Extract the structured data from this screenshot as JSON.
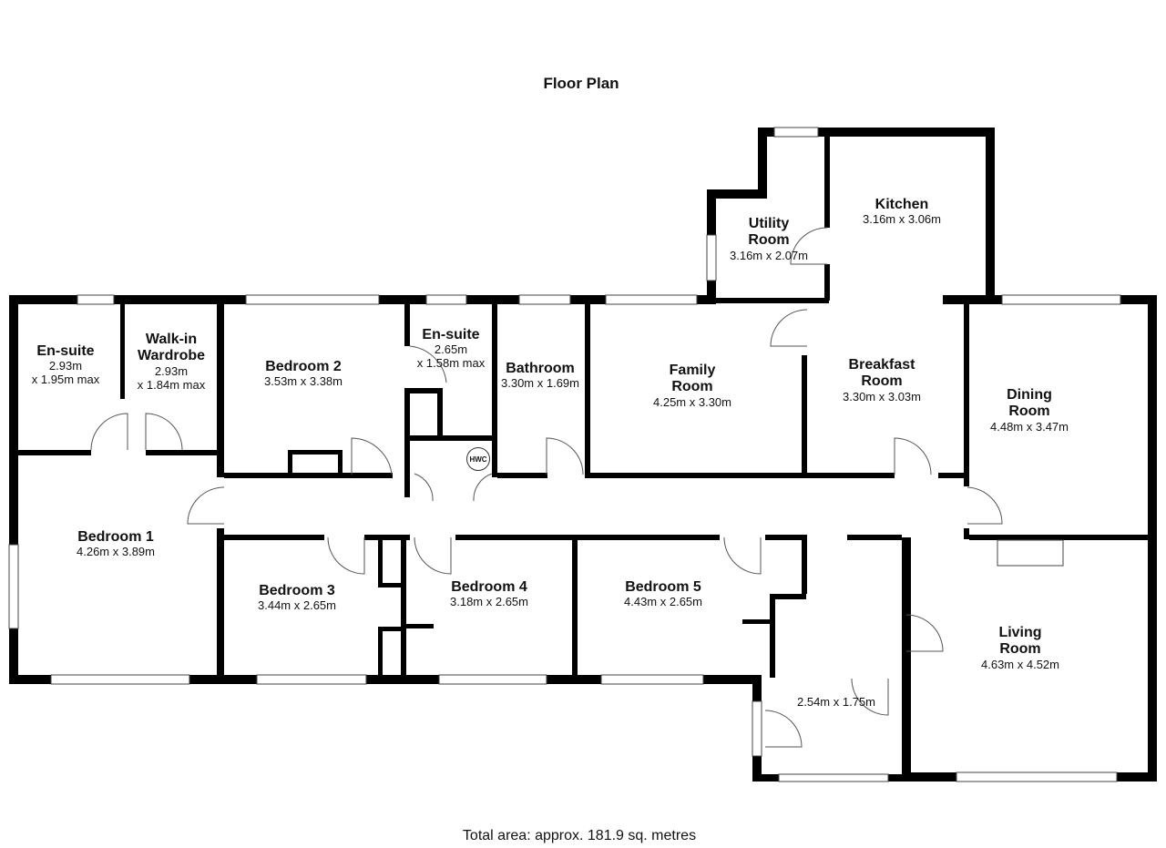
{
  "title": "Floor Plan",
  "total_area": "Total area: approx. 181.9 sq. metres",
  "hwc_label": "HWC",
  "rooms": {
    "ensuite1": {
      "name": "En-suite",
      "dims": "2.93m",
      "dims2": "x 1.95m max"
    },
    "wardrobe": {
      "name": "Walk-in",
      "name2": "Wardrobe",
      "dims": "2.93m",
      "dims2": "x 1.84m max"
    },
    "bedroom2": {
      "name": "Bedroom 2",
      "dims": "3.53m x 3.38m"
    },
    "ensuite2": {
      "name": "En-suite",
      "dims": "2.65m",
      "dims2": "x 1.58m max"
    },
    "bathroom": {
      "name": "Bathroom",
      "dims": "3.30m x 1.69m"
    },
    "family": {
      "name": "Family",
      "name2": "Room",
      "dims": "4.25m x 3.30m"
    },
    "utility": {
      "name": "Utility",
      "name2": "Room",
      "dims": "3.16m x 2.07m"
    },
    "kitchen": {
      "name": "Kitchen",
      "dims": "3.16m x 3.06m"
    },
    "breakfast": {
      "name": "Breakfast",
      "name2": "Room",
      "dims": "3.30m x 3.03m"
    },
    "dining": {
      "name": "Dining",
      "name2": "Room",
      "dims": "4.48m x 3.47m"
    },
    "bedroom1": {
      "name": "Bedroom 1",
      "dims": "4.26m x 3.89m"
    },
    "bedroom3": {
      "name": "Bedroom 3",
      "dims": "3.44m x 2.65m"
    },
    "bedroom4": {
      "name": "Bedroom 4",
      "dims": "3.18m x 2.65m"
    },
    "bedroom5": {
      "name": "Bedroom 5",
      "dims": "4.43m x 2.65m"
    },
    "living": {
      "name": "Living",
      "name2": "Room",
      "dims": "4.63m x 4.52m"
    },
    "porch": {
      "dims": "2.54m x 1.75m"
    }
  }
}
